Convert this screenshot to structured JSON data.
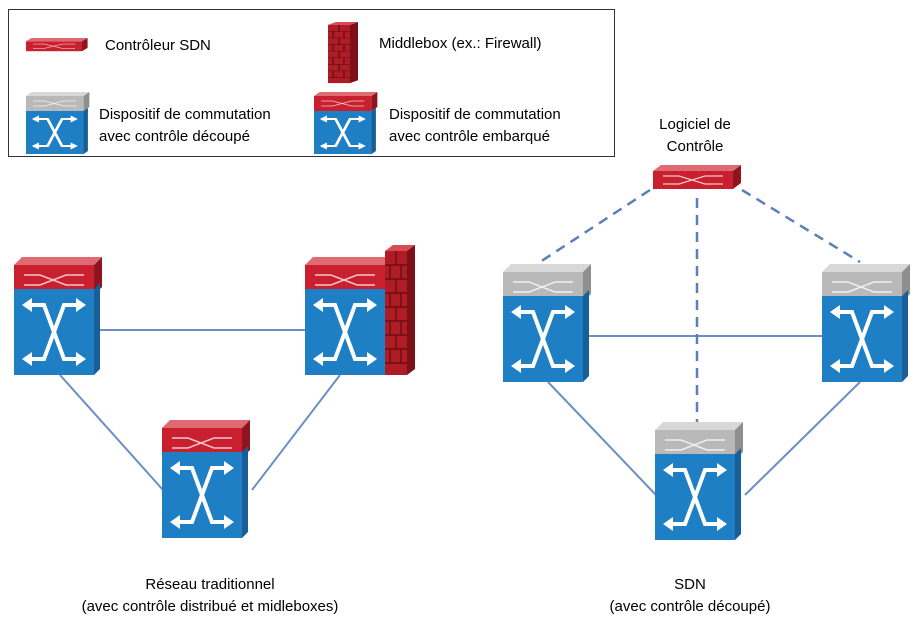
{
  "legend": {
    "sdn_controller": "Contrôleur SDN",
    "middlebox": "Middlebox (ex.: Firewall)",
    "split_switch_line1": "Dispositif de commutation",
    "split_switch_line2": "avec contrôle découpé",
    "embedded_switch_line1": "Dispositif de commutation",
    "embedded_switch_line2": "avec contrôle embarqué"
  },
  "sdn": {
    "control_software_line1": "Logiciel de",
    "control_software_line2": "Contrôle",
    "caption_line1": "SDN",
    "caption_line2": "(avec contrôle découpé)"
  },
  "traditional": {
    "caption_line1": "Réseau traditionnel",
    "caption_line2": "(avec contrôle distribué et midleboxes)"
  },
  "colors": {
    "controller_red": "#c8202e",
    "switch_blue": "#1f7fc4",
    "split_top_gray": "#b9b9b9",
    "firewall_red": "#b01c25",
    "link_blue": "#6b8fc4"
  },
  "icons": {
    "controller": "controller-icon",
    "firewall": "firewall-icon",
    "switch_split": "switch-split-control-icon",
    "switch_embedded": "switch-embedded-control-icon"
  }
}
